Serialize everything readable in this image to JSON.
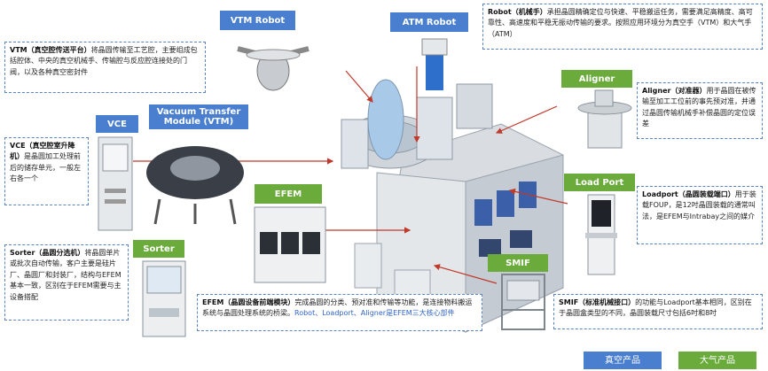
{
  "labels": {
    "vtm_robot": "VTM Robot",
    "atm_robot": "ATM Robot",
    "vce": "VCE",
    "vtm_module": "Vacuum Transfer Module (VTM)",
    "efem": "EFEM",
    "sorter": "Sorter",
    "aligner": "Aligner",
    "load_port": "Load Port",
    "smif": "SMIF"
  },
  "descriptions": {
    "robot_term": "Robot（机械手）",
    "robot_text": "承担晶圆精确定位与快速、平稳搬运任务，需要满足高精度、高可靠性、高速度和平稳无振动传输的要求。按照应用环境分为真空手（VTM）和大气手（ATM）",
    "vtm_term": "VTM（真空腔传送平台）",
    "vtm_text": "将晶圆传输至工艺腔，主要组成包括腔体、中央的真空机械手、传输腔与反应腔连接处的门阀，以及各种真空密封件",
    "vce_term": "VCE（真空腔室升降机）",
    "vce_text": "是晶圆加工处理前后的储存单元，一般左右各一个",
    "sorter_term": "Sorter（晶圆分选机）",
    "sorter_text": "将晶圆单片或批次自动传输，客户主要是硅片厂、晶圆厂和封装厂，结构与EFEM基本一致，区别在于EFEM需要与主设备搭配",
    "efem_term": "EFEM（晶圆设备前端模块）",
    "efem_text": "完成晶圆的分类、预对准和传输等功能，是连接物料搬运系统与晶圆处理系统的桥梁。",
    "efem_highlight": "Robot、Loadport、Aligner是EFEM三大核心部件",
    "aligner_term": "Aligner（对准器）",
    "aligner_text": "用于晶圆在被传输至加工工位前的事先预对准，并通过晶圆传输机械手补偿晶圆的定位误差",
    "loadport_term": "Loadport（晶圆装载端口）",
    "loadport_text": "用于装载FOUP，是12吋晶圆装载的通常叫法，是EFEM与Intrabay之间的媒介",
    "smif_term": "SMIF（标准机械接口）",
    "smif_text": "的功能与Loadport基本相同，区别在于晶圆盒类型的不同，晶圆装载尺寸包括6吋和8吋"
  },
  "legend": {
    "vacuum": "真空产品",
    "atmosphere": "大气产品"
  },
  "colors": {
    "vacuum_blue": "#4a7fcf",
    "atmosphere_green": "#6aab3c",
    "arrow_red": "#c0392b",
    "border_dash": "#5a83c4"
  }
}
